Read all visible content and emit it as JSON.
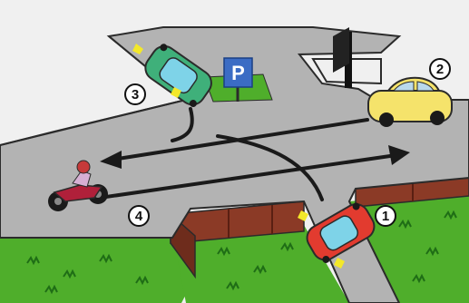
{
  "scene": {
    "colors": {
      "background": "#f0f0f0",
      "road": "#b3b3b3",
      "road_edge": "#2b2b2b",
      "grass": "#4fae2b",
      "grass_tuft": "#1f6d16",
      "fence": "#8b3a26",
      "arrow": "#1a1a1a",
      "parking_sign": "#3b6cc4",
      "signal_flash": "#f3e82a"
    },
    "parking_sign": {
      "label": "P",
      "icon": "parking-sign-icon"
    },
    "markers": [
      {
        "label": "1",
        "object": "red-car"
      },
      {
        "label": "2",
        "object": "yellow-car"
      },
      {
        "label": "3",
        "object": "green-car"
      },
      {
        "label": "4",
        "object": "motorcycle"
      }
    ],
    "vehicles": [
      {
        "name": "green-car",
        "color": "#3fb07a",
        "icon": "car-icon"
      },
      {
        "name": "yellow-car",
        "color": "#f5e36b",
        "icon": "car-icon"
      },
      {
        "name": "red-car",
        "color": "#e23b2f",
        "icon": "car-icon"
      },
      {
        "name": "motorcycle",
        "color": "#b0203a",
        "icon": "motorcycle-icon"
      }
    ]
  }
}
